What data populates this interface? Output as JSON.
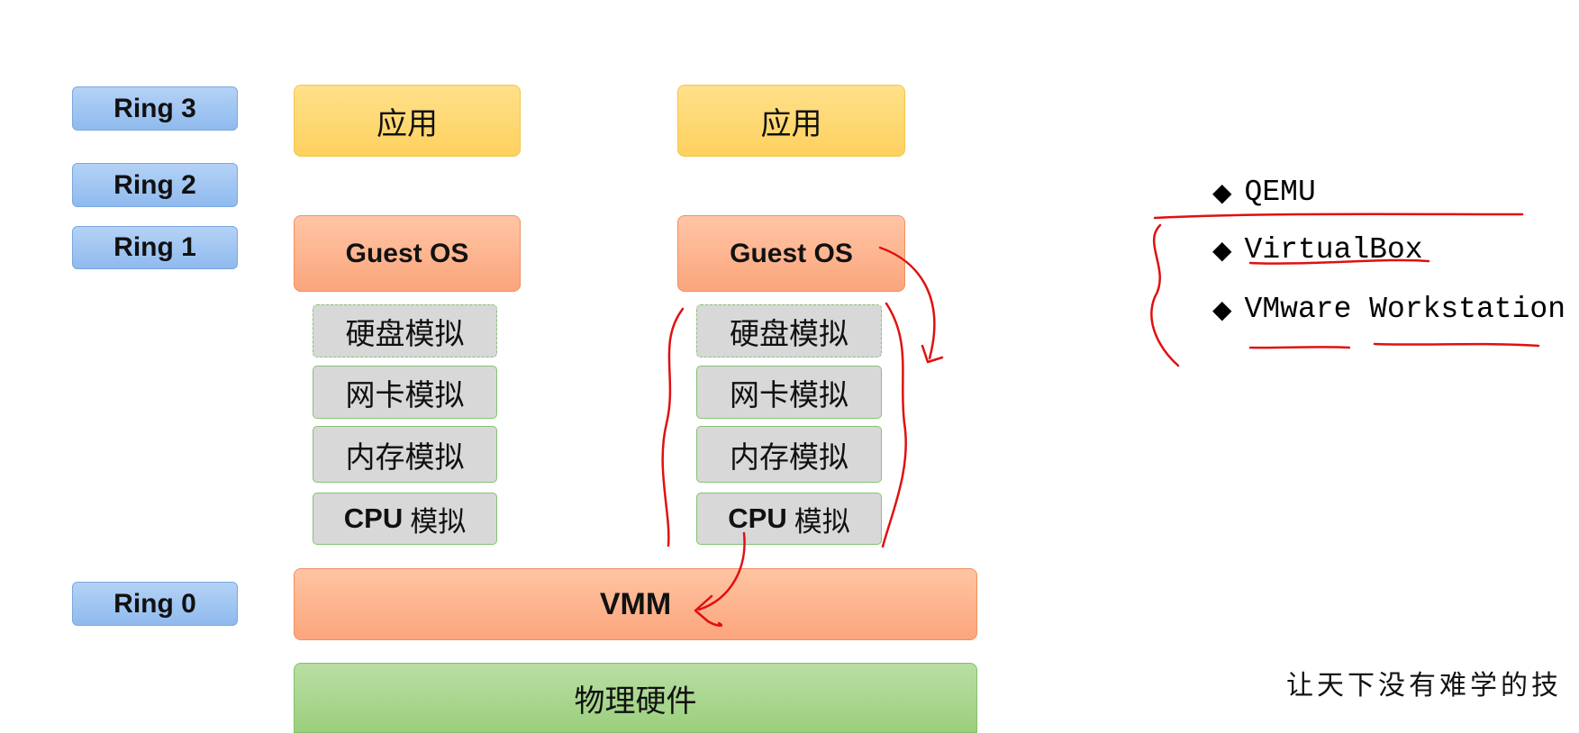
{
  "rings": {
    "ring3": "Ring 3",
    "ring2": "Ring 2",
    "ring1": "Ring 1",
    "ring0": "Ring 0"
  },
  "stack_left": {
    "app": "应用",
    "guest_os": "Guest OS",
    "disk": "硬盘模拟",
    "nic": "网卡模拟",
    "memory": "内存模拟",
    "cpu_prefix": "CPU",
    "cpu_suffix": "模拟"
  },
  "stack_right": {
    "app": "应用",
    "guest_os": "Guest OS",
    "disk": "硬盘模拟",
    "nic": "网卡模拟",
    "memory": "内存模拟",
    "cpu_prefix": "CPU",
    "cpu_suffix": "模拟"
  },
  "vmm": "VMM",
  "hardware": "物理硬件",
  "products": [
    "QEMU",
    "VirtualBox",
    "VMware Workstation"
  ],
  "bullet_glyph": "◆",
  "slogan": "让天下没有难学的技",
  "colors": {
    "ring": "#9cc3f0",
    "app": "#fdd66b",
    "guest_os": "#fbae86",
    "emulation": "#d8d8d8",
    "vmm": "#fbae86",
    "hardware": "#a8d68c",
    "ink": "#e01010"
  }
}
